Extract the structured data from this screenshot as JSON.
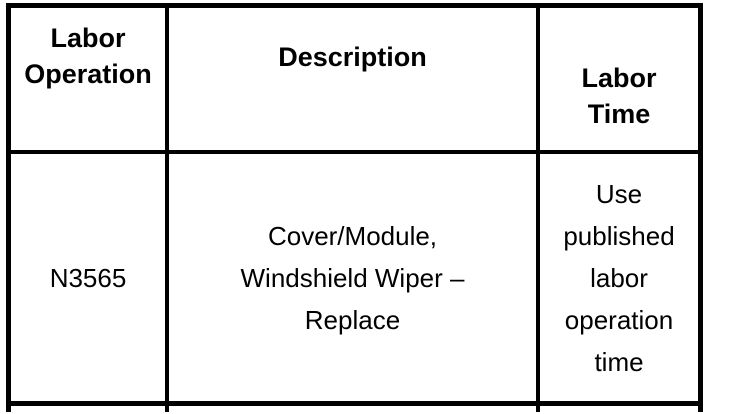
{
  "page": {
    "background_color": "#ffffff",
    "text_color": "#000000",
    "border_color": "#000000"
  },
  "table": {
    "headers": {
      "labor_operation": [
        "Labor",
        "Operation"
      ],
      "description": [
        "Description"
      ],
      "labor_time": [
        "Labor",
        "Time"
      ]
    },
    "row": {
      "labor_operation": "N3565",
      "description": [
        "Cover/Module,",
        "Windshield Wiper –",
        "Replace"
      ],
      "labor_time": [
        "Use",
        "published",
        "labor",
        "operation",
        "time"
      ]
    }
  }
}
